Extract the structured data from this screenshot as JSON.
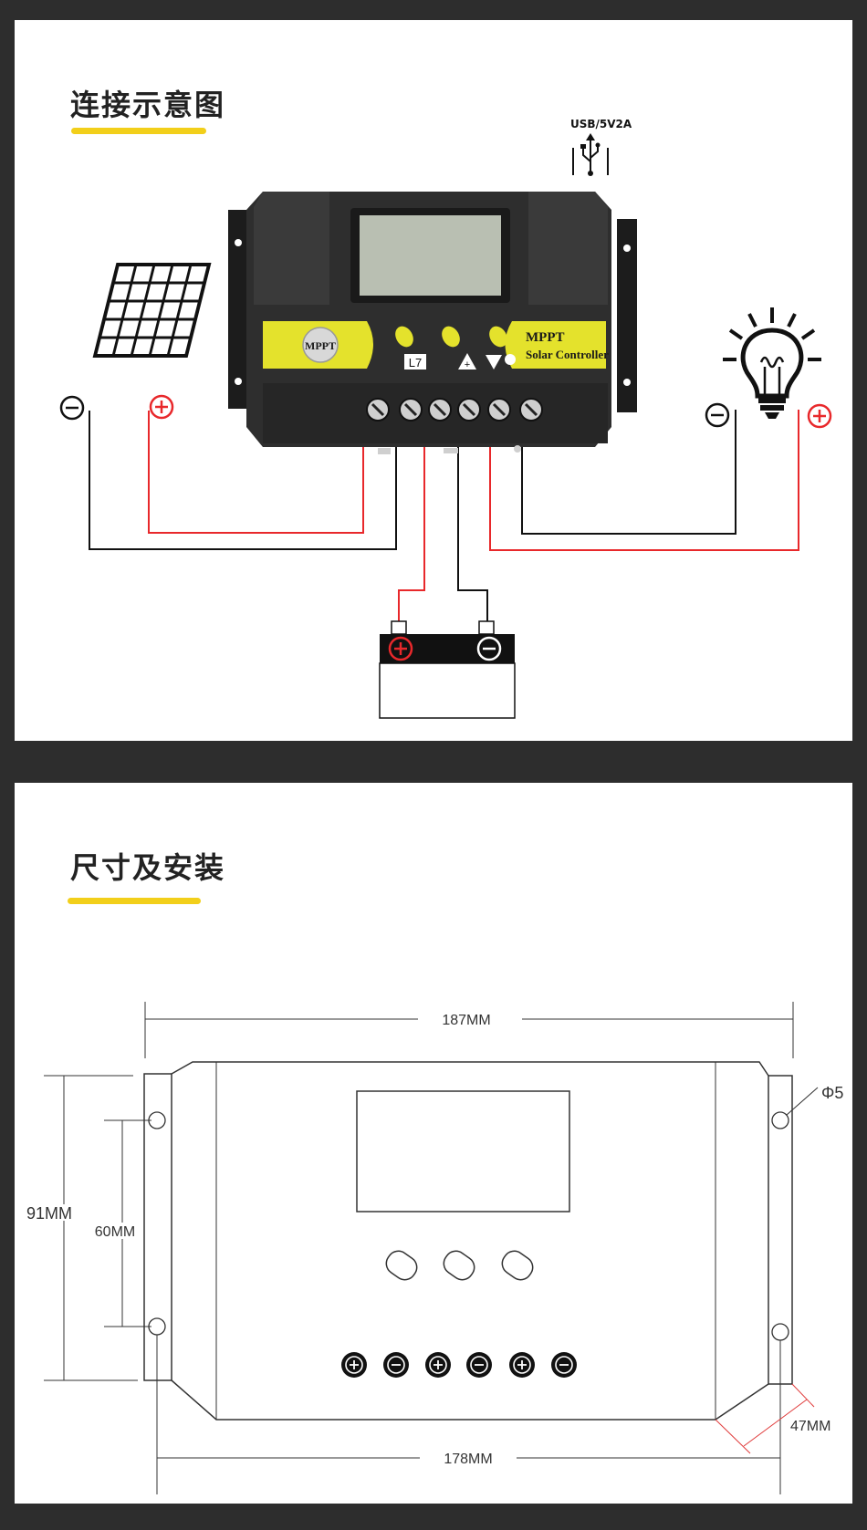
{
  "sections": {
    "connection": {
      "title": "连接示意图"
    },
    "dimensions": {
      "title": "尺寸及安装"
    }
  },
  "connection_diagram": {
    "usb_label": "USB/5V2A",
    "badge_label": "MPPT",
    "controller_brand": "MPPT",
    "controller_name": "Solar Controller",
    "button_symbols": [
      "L7",
      "+",
      ""
    ],
    "panel_polarity": {
      "negative": "⊖",
      "positive": "⊕"
    },
    "load_polarity": {
      "negative": "⊖",
      "positive": "⊕"
    },
    "battery_polarity": {
      "positive": "⊕",
      "negative": "⊖"
    },
    "wire_colors": {
      "positive": "#e8282b",
      "negative": "#111111"
    },
    "accent_color": "#e4e22c"
  },
  "dimension_diagram": {
    "width_total": "187MM",
    "width_holes": "178MM",
    "height_total": "91MM",
    "height_holes": "60MM",
    "hole_diameter": "Φ5",
    "depth": "47MM",
    "terminals": [
      "⊕",
      "⊖",
      "⊕",
      "⊖",
      "⊕",
      "⊖"
    ]
  }
}
